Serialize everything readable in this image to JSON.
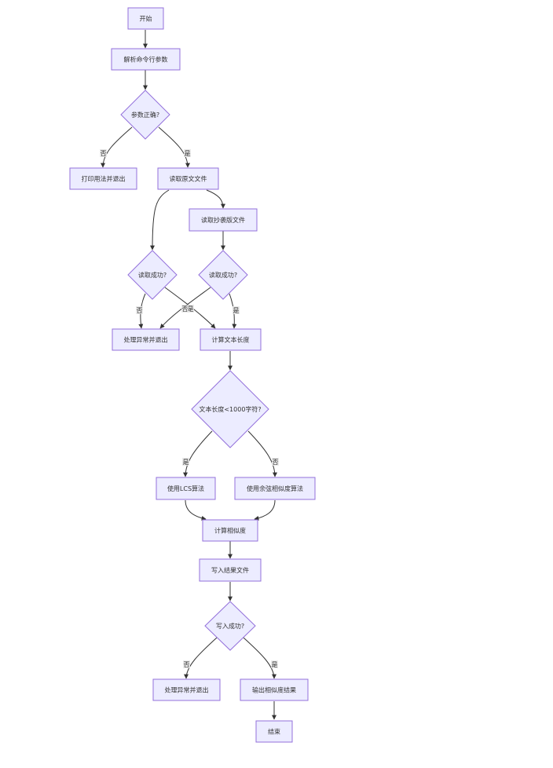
{
  "colors": {
    "node_fill": "#ececff",
    "node_stroke": "#9370db",
    "edge": "#333333",
    "text": "#333333"
  },
  "nodes": {
    "start": "开始",
    "parse": "解析命令行参数",
    "check_args": "参数正确?",
    "print_usage": "打印用法并退出",
    "read_orig": "读取原文文件",
    "read_copy": "读取抄袭版文件",
    "read_ok_1": "读取成功?",
    "read_ok_2": "读取成功?",
    "handle_err_1": "处理异常并退出",
    "calc_len": "计算文本长度",
    "len_check": "文本长度<1000字符?",
    "lcs": "使用LCS算法",
    "cosine": "使用余弦相似度算法",
    "calc_sim": "计算相似度",
    "write_file": "写入结果文件",
    "write_ok": "写入成功?",
    "handle_err_2": "处理异常并退出",
    "output": "输出相似度结果",
    "end": "结束"
  },
  "edge_labels": {
    "args_no": "否",
    "args_yes": "是",
    "read1_no": "否",
    "read1_yes": "是",
    "read2_no": "否",
    "read2_yes": "是",
    "len_yes": "是",
    "len_no": "否",
    "write_no": "否",
    "write_yes": "是"
  }
}
